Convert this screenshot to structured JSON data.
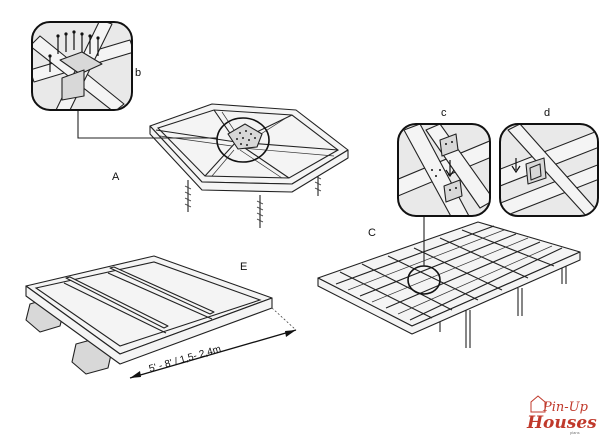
{
  "labels": {
    "a": "A",
    "b": "b",
    "c": "c",
    "d": "d",
    "cc": "C",
    "e": "E"
  },
  "dimension": "5' - 8' / 1,5- 2,4m",
  "brand": {
    "line1": "Pin-Up",
    "line2": "Houses",
    "line3": "plans"
  }
}
